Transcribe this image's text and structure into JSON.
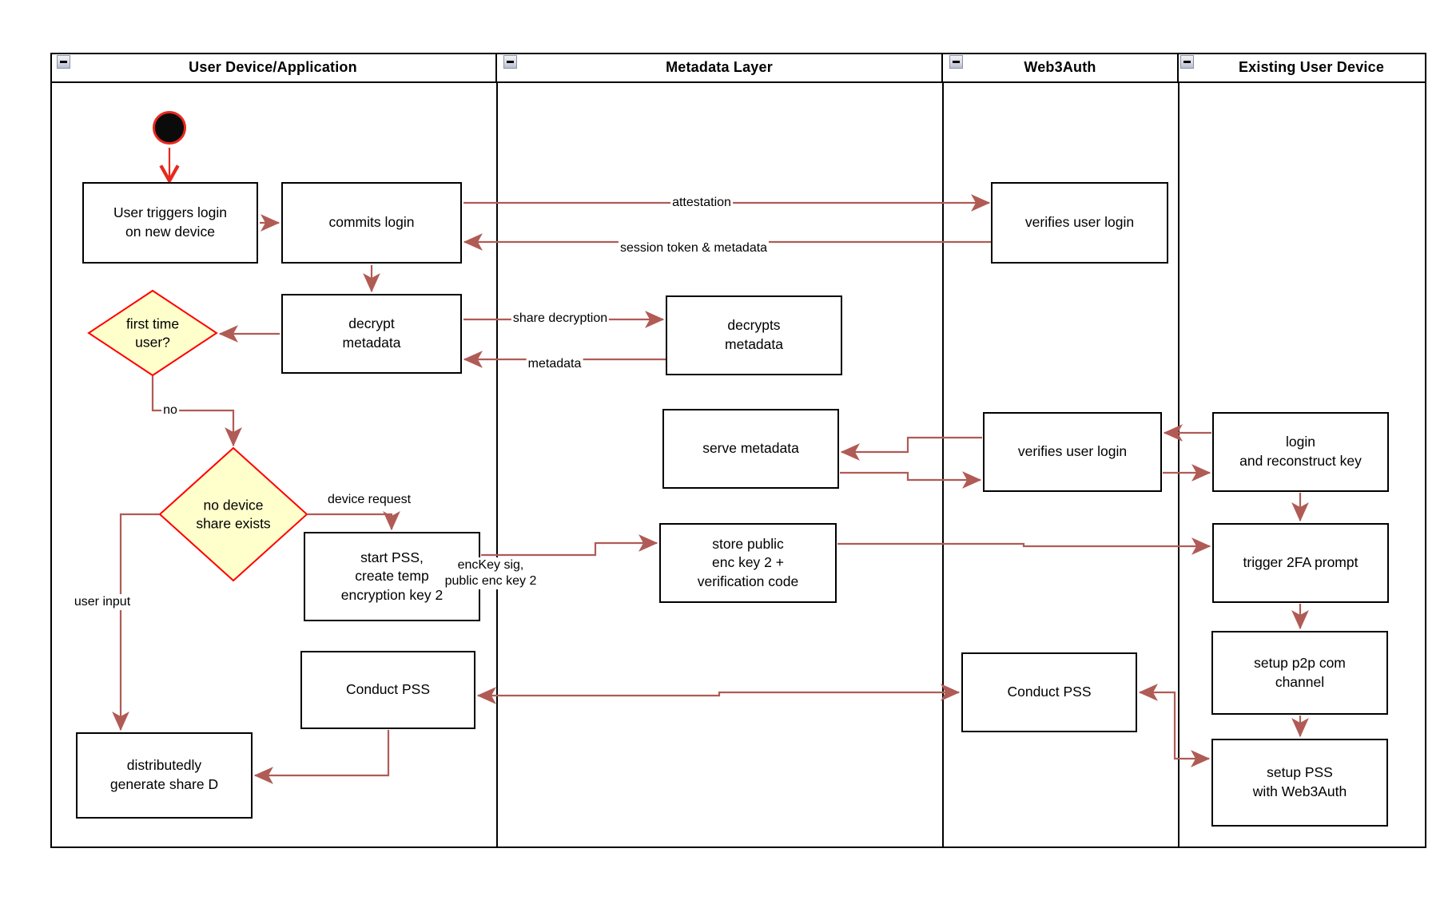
{
  "diagram": {
    "lanes": [
      {
        "title": "User Device/Application"
      },
      {
        "title": "Metadata Layer"
      },
      {
        "title": "Web3Auth"
      },
      {
        "title": "Existing User Device"
      }
    ],
    "nodes": {
      "user_triggers": {
        "label": "User triggers login\non new device"
      },
      "commits_login": {
        "label": "commits login"
      },
      "verifies_login_1": {
        "label": "verifies user login"
      },
      "decrypt_metadata": {
        "label": "decrypt\nmetadata"
      },
      "decrypts_metadata": {
        "label": "decrypts\nmetadata"
      },
      "first_time_user": {
        "label": "first time\nuser?"
      },
      "serve_metadata": {
        "label": "serve metadata"
      },
      "verifies_login_2": {
        "label": "verifies user login"
      },
      "login_reconstruct": {
        "label": "login\nand reconstruct key"
      },
      "no_device_share": {
        "label": "no device\nshare exists"
      },
      "start_pss": {
        "label": "start PSS,\ncreate temp\nencryption key 2"
      },
      "store_public": {
        "label": "store public\nenc key 2 +\nverification code"
      },
      "trigger_2fa": {
        "label": "trigger 2FA prompt"
      },
      "conduct_pss_user": {
        "label": "Conduct PSS"
      },
      "conduct_pss_web3auth": {
        "label": "Conduct PSS"
      },
      "setup_p2p": {
        "label": "setup p2p com\nchannel"
      },
      "setup_pss": {
        "label": "setup PSS\nwith Web3Auth"
      },
      "distributedly": {
        "label": "distributedly\ngenerate share D"
      }
    },
    "edge_labels": {
      "attestation": "attestation",
      "session_token": "session token & metadata",
      "share_decryption": "share decryption",
      "metadata": "metadata",
      "no": "no",
      "device_request": "device request",
      "user_input": "user input",
      "enckey_sig": "encKey sig,\npublic enc key 2"
    },
    "colors": {
      "flow_arrow": "#B05B55",
      "start_red": "#E8281E",
      "diamond_fill": "#FFFFCC",
      "diamond_border": "#FF0000",
      "border_black": "#000000"
    }
  }
}
